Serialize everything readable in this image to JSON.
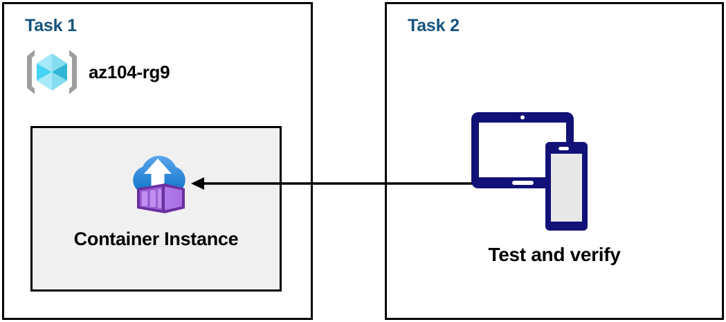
{
  "diagram": {
    "title": "Azure Container Instance task diagram",
    "background_color": "#ffffff",
    "border_color": "#000000"
  },
  "panels": [
    {
      "id": "task1",
      "title": "Task 1",
      "title_color": "#15537d",
      "resource_group": {
        "icon": "resource-group-icon",
        "label": "az104-rg9",
        "label_color": "#000000"
      },
      "resource": {
        "icon": "container-instance-icon",
        "label": "Container Instance",
        "box_fill": "#f0f0f0",
        "box_border": "#000000"
      }
    },
    {
      "id": "task2",
      "title": "Task 2",
      "title_color": "#15537d",
      "device": {
        "icon": "tablet-and-phone-icon",
        "label": "Test and verify",
        "icon_color": "#111178",
        "phone_screen_color": "#e8e8e8"
      }
    }
  ],
  "connector": {
    "name": "arrow-task2-to-container-instance",
    "direction": "right-to-left",
    "color": "#000000",
    "from": "Test and verify",
    "to": "Container Instance"
  },
  "palette": {
    "task_title_blue": "#15537d",
    "navy": "#111178",
    "cloud_blue_light": "#55a2e8",
    "cloud_blue_dark": "#1273c8",
    "container_purple": "#b07ae8",
    "container_purple_dark": "#6b2fa0",
    "cube_cyan_light": "#9de9f7",
    "cube_cyan": "#3fd2f2",
    "cube_teal": "#32b4d6",
    "bracket_gray": "#9e9e9e",
    "box_gray": "#f0f0f0"
  }
}
